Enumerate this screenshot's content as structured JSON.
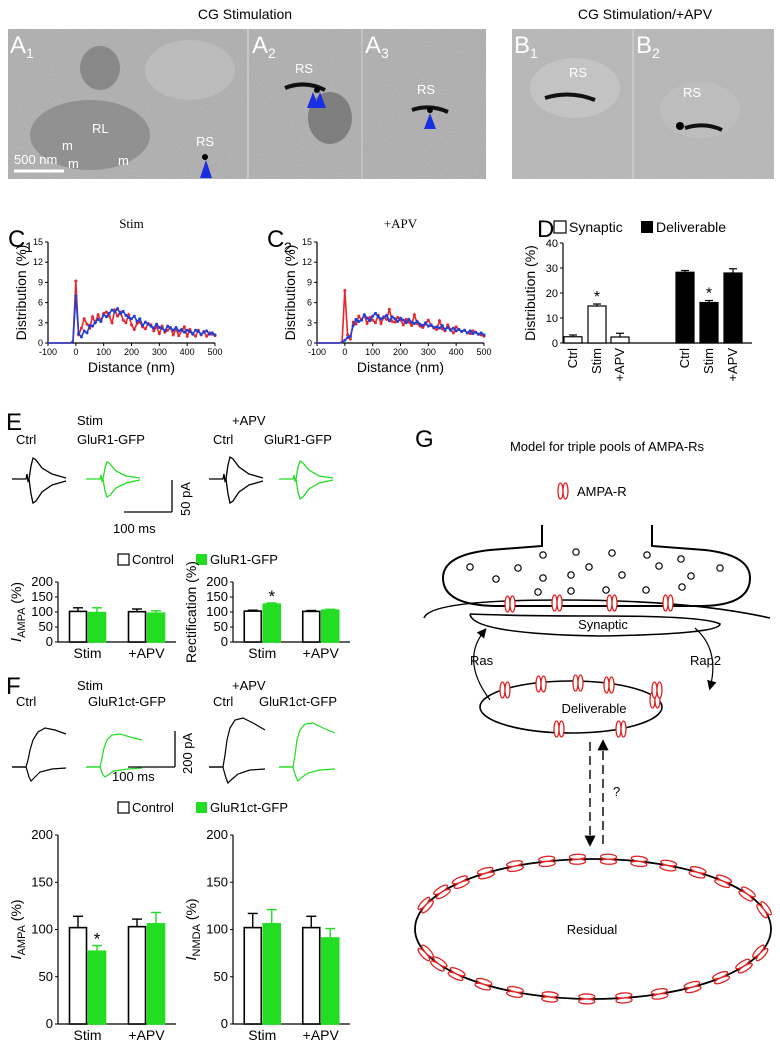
{
  "top_headers": {
    "cg_stim": "CG Stimulation",
    "cg_stim_apv": "CG Stimulation/+APV"
  },
  "em_panels": {
    "a1": {
      "label": "A",
      "sub": "1",
      "labels": [
        "RL",
        "m",
        "m",
        "m",
        "RS"
      ],
      "scale_bar": "500 nm"
    },
    "a2": {
      "label": "A",
      "sub": "2",
      "labels": [
        "RS"
      ]
    },
    "a3": {
      "label": "A",
      "sub": "3",
      "labels": [
        "RS"
      ]
    },
    "b1": {
      "label": "B",
      "sub": "1",
      "labels": [
        "RS"
      ]
    },
    "b2": {
      "label": "B",
      "sub": "2",
      "labels": [
        "RS"
      ]
    }
  },
  "colors": {
    "red_trace": "#e8262b",
    "blue_trace": "#1f3fd6",
    "green": "#22dd22",
    "black": "#000000",
    "arrow_blue": "#1a2fe0",
    "receptor_red": "#e02020"
  },
  "chart_data": [
    {
      "id": "C1",
      "panel_label": "C",
      "panel_sub": "1",
      "type": "line",
      "title": "Stim",
      "xlabel": "Distance (nm)",
      "ylabel": "Distribution (%)",
      "xlim": [
        -100,
        500
      ],
      "ylim": [
        0,
        15
      ],
      "xticks": [
        -100,
        0,
        100,
        200,
        300,
        400,
        500
      ],
      "yticks": [
        0,
        3,
        6,
        9,
        12,
        15
      ],
      "series": [
        {
          "color": "red",
          "x": [
            -100,
            -90,
            -80,
            -70,
            -60,
            -50,
            -40,
            -30,
            -20,
            -10,
            0,
            10,
            20,
            30,
            40,
            50,
            60,
            70,
            80,
            90,
            100,
            110,
            120,
            130,
            140,
            150,
            160,
            170,
            180,
            190,
            200,
            210,
            220,
            230,
            240,
            250,
            260,
            270,
            280,
            290,
            300,
            310,
            320,
            330,
            340,
            350,
            360,
            370,
            380,
            390,
            400,
            410,
            420,
            430,
            440,
            450,
            460,
            470,
            480,
            490,
            500
          ],
          "y": [
            0,
            0,
            0,
            0,
            0,
            0,
            0,
            0,
            0,
            0.3,
            9.2,
            1.2,
            2.2,
            3.6,
            2.8,
            2.2,
            3.9,
            3.0,
            4.2,
            3.3,
            4.4,
            4.6,
            4.0,
            3.0,
            4.9,
            4.0,
            4.6,
            3.4,
            3.0,
            4.2,
            2.7,
            2.0,
            2.9,
            3.1,
            2.4,
            2.1,
            2.9,
            2.7,
            1.8,
            2.4,
            1.4,
            2.5,
            1.6,
            1.9,
            2.3,
            1.2,
            2.1,
            1.1,
            1.8,
            2.4,
            1.0,
            2.0,
            1.4,
            1.0,
            1.9,
            1.2,
            1.7,
            1.0,
            1.5,
            1.3,
            1.1
          ]
        },
        {
          "color": "blue",
          "x": [
            -100,
            -90,
            -80,
            -70,
            -60,
            -50,
            -40,
            -30,
            -20,
            -10,
            0,
            10,
            20,
            30,
            40,
            50,
            60,
            70,
            80,
            90,
            100,
            110,
            120,
            130,
            140,
            150,
            160,
            170,
            180,
            190,
            200,
            210,
            220,
            230,
            240,
            250,
            260,
            270,
            280,
            290,
            300,
            310,
            320,
            330,
            340,
            350,
            360,
            370,
            380,
            390,
            400,
            410,
            420,
            430,
            440,
            450,
            460,
            470,
            480,
            490,
            500
          ],
          "y": [
            0,
            0,
            0,
            0,
            0,
            0,
            0,
            0,
            0,
            0.2,
            7.0,
            1.4,
            0.9,
            1.8,
            1.5,
            2.6,
            2.5,
            3.1,
            3.5,
            3.2,
            4.2,
            3.9,
            4.4,
            4.9,
            4.6,
            5.1,
            4.3,
            4.7,
            4.1,
            3.8,
            3.6,
            4.0,
            3.2,
            3.6,
            2.6,
            3.1,
            2.8,
            2.5,
            2.2,
            2.8,
            2.3,
            2.2,
            1.8,
            2.5,
            2.2,
            1.9,
            2.3,
            1.8,
            2.0,
            1.6,
            1.9,
            1.7,
            1.3,
            1.9,
            1.7,
            1.3,
            1.6,
            1.8,
            1.3,
            1.5,
            1.2
          ]
        }
      ]
    },
    {
      "id": "C2",
      "panel_label": "C",
      "panel_sub": "2",
      "type": "line",
      "title": "+APV",
      "xlabel": "Distance (nm)",
      "ylabel": "Distribution (%)",
      "xlim": [
        -100,
        500
      ],
      "ylim": [
        0,
        15
      ],
      "xticks": [
        -100,
        0,
        100,
        200,
        300,
        400,
        500
      ],
      "yticks": [
        0,
        3,
        6,
        9,
        12,
        15
      ],
      "series": [
        {
          "color": "red",
          "x": [
            -100,
            -90,
            -80,
            -70,
            -60,
            -50,
            -40,
            -30,
            -20,
            -10,
            0,
            10,
            20,
            30,
            40,
            50,
            60,
            70,
            80,
            90,
            100,
            110,
            120,
            130,
            140,
            150,
            160,
            170,
            180,
            190,
            200,
            210,
            220,
            230,
            240,
            250,
            260,
            270,
            280,
            290,
            300,
            310,
            320,
            330,
            340,
            350,
            360,
            370,
            380,
            390,
            400,
            410,
            420,
            430,
            440,
            450,
            460,
            470,
            480,
            490,
            500
          ],
          "y": [
            0,
            0,
            0,
            0,
            0,
            0,
            0,
            0,
            0,
            0.2,
            7.8,
            1.2,
            0.6,
            3.1,
            2.8,
            4.0,
            3.4,
            4.1,
            2.9,
            3.8,
            3.4,
            3.0,
            4.1,
            2.9,
            3.9,
            3.5,
            5.0,
            3.2,
            3.1,
            3.8,
            3.4,
            2.7,
            3.5,
            3.1,
            2.6,
            4.2,
            2.9,
            2.5,
            2.3,
            2.8,
            3.4,
            2.6,
            2.2,
            2.0,
            3.3,
            2.1,
            1.8,
            2.7,
            2.0,
            1.5,
            2.4,
            2.0,
            1.7,
            1.9,
            1.5,
            1.4,
            1.8,
            1.6,
            1.3,
            1.2,
            1.0
          ]
        },
        {
          "color": "blue",
          "x": [
            -100,
            -90,
            -80,
            -70,
            -60,
            -50,
            -40,
            -30,
            -20,
            -10,
            0,
            10,
            20,
            30,
            40,
            50,
            60,
            70,
            80,
            90,
            100,
            110,
            120,
            130,
            140,
            150,
            160,
            170,
            180,
            190,
            200,
            210,
            220,
            230,
            240,
            250,
            260,
            270,
            280,
            290,
            300,
            310,
            320,
            330,
            340,
            350,
            360,
            370,
            380,
            390,
            400,
            410,
            420,
            430,
            440,
            450,
            460,
            470,
            480,
            490,
            500
          ],
          "y": [
            0,
            0,
            0,
            0,
            0,
            0,
            0,
            0,
            0,
            0.1,
            0.4,
            0.8,
            1.0,
            2.6,
            3.5,
            3.2,
            3.4,
            4.2,
            3.7,
            3.3,
            4.0,
            4.4,
            3.9,
            3.6,
            3.8,
            4.1,
            3.3,
            3.9,
            3.6,
            3.2,
            3.7,
            3.4,
            3.0,
            3.5,
            3.1,
            2.9,
            3.2,
            2.8,
            2.6,
            3.0,
            2.5,
            2.7,
            2.3,
            2.4,
            2.2,
            2.6,
            2.0,
            2.3,
            1.9,
            2.2,
            1.8,
            2.0,
            1.7,
            1.9,
            1.5,
            1.8,
            1.4,
            1.6,
            1.3,
            1.5,
            1.2
          ]
        }
      ]
    },
    {
      "id": "D",
      "panel_label": "D",
      "type": "bar",
      "ylabel": "Distribution (%)",
      "ylim": [
        0,
        40
      ],
      "yticks": [
        0,
        10,
        20,
        30,
        40
      ],
      "legend": [
        "Synaptic",
        "Deliverable"
      ],
      "categories": [
        "Ctrl",
        "Stim",
        "+APV",
        "Ctrl",
        "Stim",
        "+APV"
      ],
      "series": [
        {
          "name": "Synaptic",
          "fill": "white",
          "values": [
            2.5,
            14.8,
            2.4
          ],
          "errors": [
            0.7,
            0.8,
            1.5
          ],
          "sig": [
            "",
            "*",
            ""
          ]
        },
        {
          "name": "Deliverable",
          "fill": "black",
          "values": [
            28.3,
            16.2,
            28.0
          ],
          "errors": [
            0.7,
            0.8,
            1.7
          ],
          "sig": [
            "",
            "*",
            ""
          ]
        }
      ]
    },
    {
      "id": "E-IAMPA",
      "type": "bar",
      "ylabel_main": "I",
      "ylabel_sub": "AMPA",
      "ylabel_unit": "(%)",
      "ylim": [
        0,
        200
      ],
      "yticks": [
        0,
        50,
        100,
        150,
        200
      ],
      "groups": [
        "Stim",
        "+APV"
      ],
      "series": [
        {
          "name": "Control",
          "fill": "white",
          "values": [
            102,
            101
          ],
          "errors": [
            12,
            9
          ]
        },
        {
          "name": "GluR1-GFP",
          "fill": "green",
          "values": [
            98,
            96
          ],
          "errors": [
            16,
            8
          ]
        }
      ],
      "sig": []
    },
    {
      "id": "E-Rect",
      "type": "bar",
      "ylabel": "Rectification (%)",
      "ylim": [
        0,
        200
      ],
      "yticks": [
        0,
        50,
        100,
        150,
        200
      ],
      "groups": [
        "Stim",
        "+APV"
      ],
      "series": [
        {
          "name": "Control",
          "fill": "white",
          "values": [
            103,
            102
          ],
          "errors": [
            3,
            3
          ]
        },
        {
          "name": "GluR1-GFP",
          "fill": "green",
          "values": [
            126,
            106
          ],
          "errors": [
            4,
            3
          ]
        }
      ],
      "sig": [
        {
          "group": 0,
          "series": 1,
          "mark": "*"
        }
      ]
    },
    {
      "id": "F-IAMPA",
      "type": "bar",
      "ylabel_main": "I",
      "ylabel_sub": "AMPA",
      "ylabel_unit": "(%)",
      "ylim": [
        0,
        200
      ],
      "yticks": [
        0,
        50,
        100,
        150,
        200
      ],
      "groups": [
        "Stim",
        "+APV"
      ],
      "series": [
        {
          "name": "Control",
          "fill": "white",
          "values": [
            102,
            103
          ],
          "errors": [
            12,
            8
          ]
        },
        {
          "name": "GluR1ct-GFP",
          "fill": "green",
          "values": [
            77,
            106
          ],
          "errors": [
            6,
            12
          ]
        }
      ],
      "sig": [
        {
          "group": 0,
          "series": 1,
          "mark": "*"
        }
      ]
    },
    {
      "id": "F-INMDA",
      "type": "bar",
      "ylabel_main": "I",
      "ylabel_sub": "NMDA",
      "ylabel_unit": "(%)",
      "ylim": [
        0,
        200
      ],
      "yticks": [
        0,
        50,
        100,
        150,
        200
      ],
      "groups": [
        "Stim",
        "+APV"
      ],
      "series": [
        {
          "name": "Control",
          "fill": "white",
          "values": [
            102,
            102
          ],
          "errors": [
            15,
            12
          ]
        },
        {
          "name": "GluR1ct-GFP",
          "fill": "green",
          "values": [
            106,
            91
          ],
          "errors": [
            15,
            10
          ]
        }
      ],
      "sig": []
    }
  ],
  "panel_e": {
    "label": "E",
    "groups": [
      {
        "title": "Stim",
        "ctrl": "Ctrl",
        "exp": "GluR1-GFP"
      },
      {
        "title": "+APV",
        "ctrl": "Ctrl",
        "exp": "GluR1-GFP"
      }
    ],
    "scale_x": "100 ms",
    "scale_y": "50 pA",
    "legend_ctrl": "Control",
    "legend_exp": "GluR1-GFP"
  },
  "panel_f": {
    "label": "F",
    "groups": [
      {
        "title": "Stim",
        "ctrl": "Ctrl",
        "exp": "GluR1ct-GFP"
      },
      {
        "title": "+APV",
        "ctrl": "Ctrl",
        "exp": "GluR1ct-GFP"
      }
    ],
    "scale_x": "100 ms",
    "scale_y": "200 pA",
    "legend_ctrl": "Control",
    "legend_exp": "GluR1ct-GFP"
  },
  "panel_g": {
    "label": "G",
    "title": "Model for triple pools of AMPA-Rs",
    "legend": "AMPA-R",
    "synaptic": "Synaptic",
    "deliverable": "Deliverable",
    "residual": "Residual",
    "ras": "Ras",
    "rap2": "Rap2",
    "question": "?"
  }
}
